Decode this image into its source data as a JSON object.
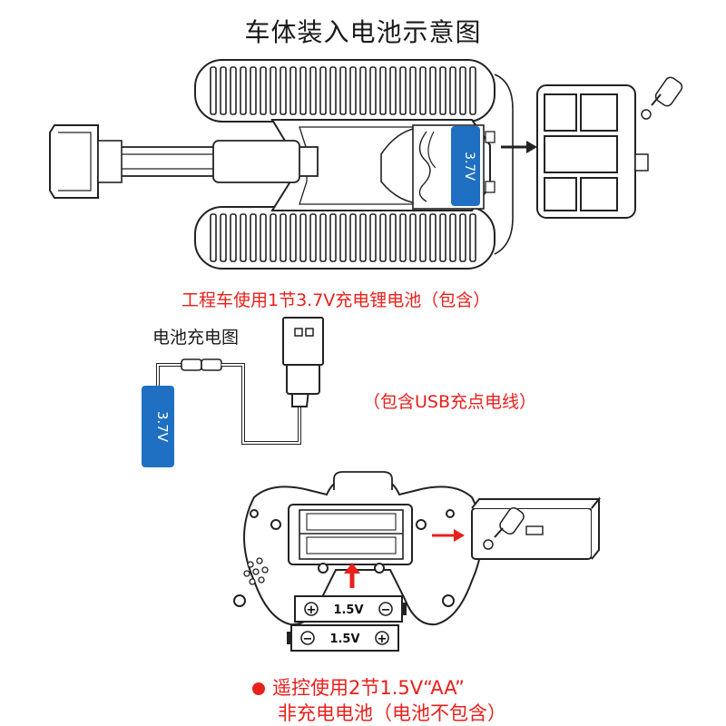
{
  "title": "车体装入电池示意图",
  "truck_battery_label": "3.7V",
  "caption_truck": "工程车使用1节3.7V充电锂电池（包含）",
  "charging_title": "电池充电图",
  "charging_battery_label": "3.7V",
  "usb_caption": "（包含USB充点电线）",
  "aa_battery_label_top": "1.5V",
  "aa_battery_label_bottom": "1.5V",
  "plus_symbol": "+",
  "minus_symbol": "−",
  "note_line1": "遥控使用2节1.5V“AA”",
  "note_line2": "非充电电池（电池不包含）",
  "colors": {
    "battery_blue": "#1f6fc2",
    "accent_red": "#e8201c",
    "line": "#222222"
  }
}
